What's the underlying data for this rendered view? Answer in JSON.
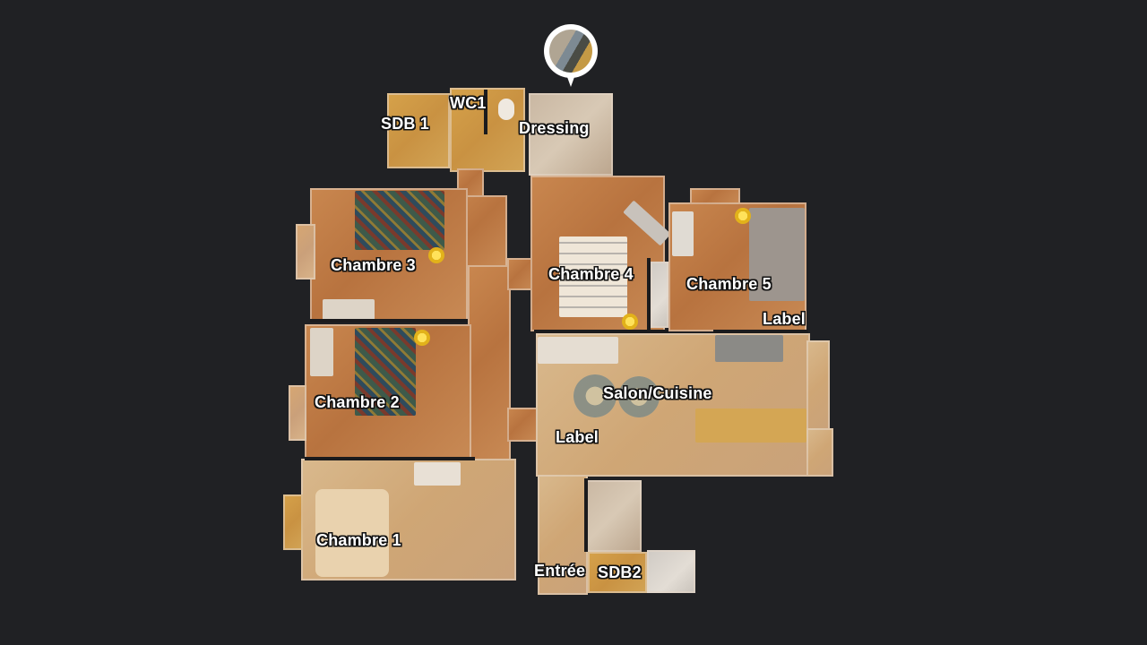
{
  "viewer": {
    "mode": "floorplan",
    "background_color": "#202124"
  },
  "marker": {
    "icon": "panorama-photo-pin-icon",
    "position_hint": "above Dressing"
  },
  "rooms": [
    {
      "id": "sdb1",
      "label": "SDB 1"
    },
    {
      "id": "wc1",
      "label": "WC1"
    },
    {
      "id": "dressing",
      "label": "Dressing"
    },
    {
      "id": "chambre3",
      "label": "Chambre 3"
    },
    {
      "id": "chambre4",
      "label": "Chambre 4"
    },
    {
      "id": "chambre5",
      "label": "Chambre 5"
    },
    {
      "id": "label_right",
      "label": "Label"
    },
    {
      "id": "salon",
      "label": "Salon/Cuisine"
    },
    {
      "id": "chambre2",
      "label": "Chambre 2"
    },
    {
      "id": "label_left",
      "label": "Label"
    },
    {
      "id": "chambre1",
      "label": "Chambre 1"
    },
    {
      "id": "entree",
      "label": "Entrée"
    },
    {
      "id": "sdb2",
      "label": "SDB2"
    }
  ]
}
